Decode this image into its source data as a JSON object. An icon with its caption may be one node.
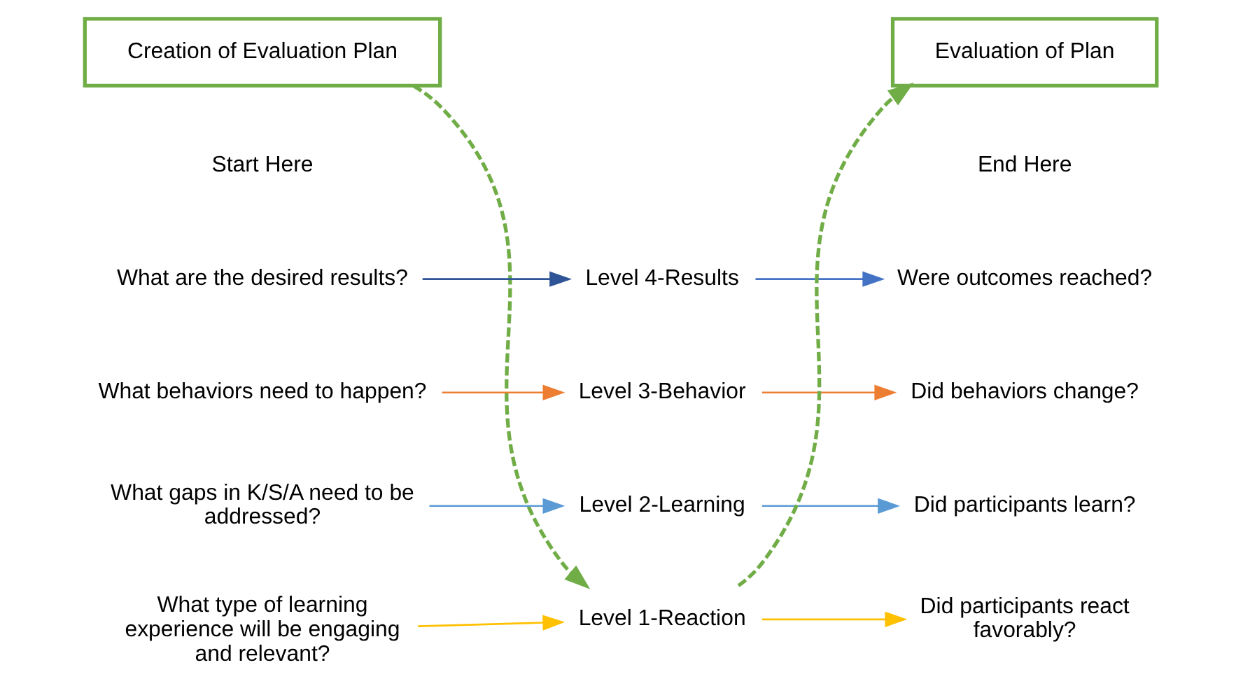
{
  "diagram": {
    "nodes": [
      {
        "text": [
          "Creation of Evaluation Plan"
        ]
      },
      {
        "text": [
          "Evaluation of Plan"
        ]
      },
      {
        "text": [
          "What are the desired results?"
        ]
      },
      {
        "text": [
          "Level 4-Results"
        ]
      },
      {
        "text": [
          "Were outcomes reached?"
        ]
      },
      {
        "text": [
          "What behaviors need to happen?"
        ]
      },
      {
        "text": [
          "Level 3-Behavior"
        ]
      },
      {
        "text": [
          "Did behaviors change?"
        ]
      },
      {
        "text": [
          "What gaps in K/S/A need to be addressed?"
        ]
      },
      {
        "text": [
          "Level 2-Learning"
        ]
      },
      {
        "text": [
          "Did participants learn?"
        ]
      },
      {
        "text": [
          "What type of learning experience will be engaging and relevant?"
        ]
      },
      {
        "text": [
          "Level 1-Reaction"
        ]
      },
      {
        "text": [
          "Did participants react favorably?"
        ]
      }
    ],
    "edges": [
      {
        "from": 0,
        "to": 12,
        "arrow": "to",
        "style": "dashed",
        "color": "#70ad47"
      },
      {
        "from": 12,
        "to": 1,
        "arrow": "to",
        "style": "dashed",
        "color": "#70ad47"
      },
      {
        "from": 2,
        "to": 3,
        "arrow": "to",
        "color": "#2f5597"
      },
      {
        "from": 3,
        "to": 4,
        "arrow": "to",
        "color": "#4472c4"
      },
      {
        "from": 5,
        "to": 6,
        "arrow": "to",
        "color": "#ed7d31"
      },
      {
        "from": 6,
        "to": 7,
        "arrow": "to",
        "color": "#ed7d31"
      },
      {
        "from": 8,
        "to": 9,
        "arrow": "to",
        "color": "#5b9bd5"
      },
      {
        "from": 9,
        "to": 10,
        "arrow": "to",
        "color": "#5b9bd5"
      },
      {
        "from": 11,
        "to": 12,
        "arrow": "to",
        "color": "#ffc000"
      },
      {
        "from": 12,
        "to": 13,
        "arrow": "to",
        "color": "#ffc000"
      }
    ],
    "labels": [
      "Start Here",
      "End Here"
    ]
  }
}
